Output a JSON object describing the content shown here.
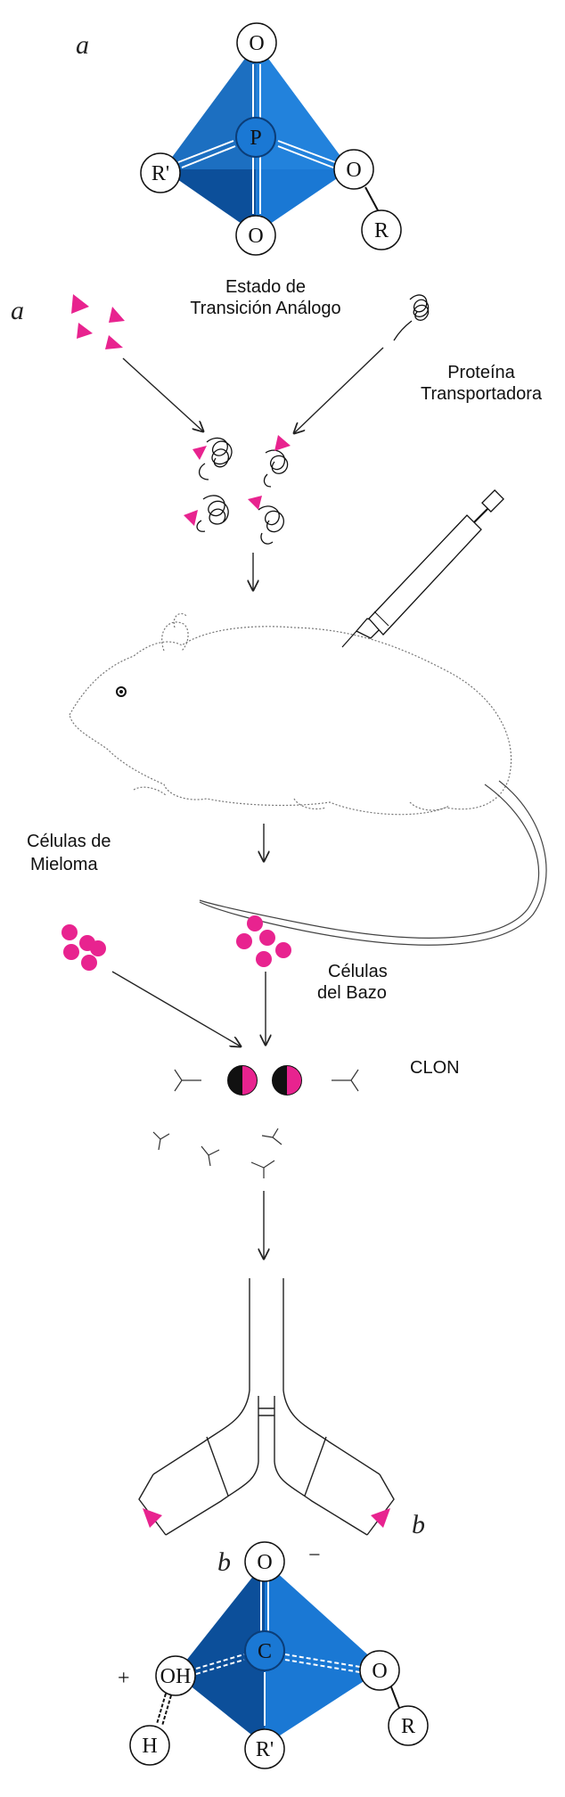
{
  "colors": {
    "tetra_blue": "#1a78d4",
    "tetra_blue_dark": "#0c4f9a",
    "magenta": "#e8238f",
    "ink": "#111111"
  },
  "panel_a": {
    "letter": "a",
    "atoms": {
      "top": "O",
      "center": "P",
      "left": "R'",
      "right": "O",
      "bottom": "O",
      "substituent": "R"
    }
  },
  "immunization": {
    "letter": "a",
    "analog_label_line1": "Estado de",
    "analog_label_line2": "Transición Análogo",
    "carrier_label_line1": "Proteína",
    "carrier_label_line2": "Transportadora"
  },
  "fusion": {
    "myeloma_line1": "Células de",
    "myeloma_line2": "Mieloma",
    "spleen_line1": "Células",
    "spleen_line2": "del Bazo",
    "clone_label": "CLON"
  },
  "antibody": {
    "letter": "b"
  },
  "panel_b": {
    "letter": "b",
    "atoms": {
      "top": "O",
      "center": "C",
      "left": "OH",
      "right": "O",
      "bottom": "R'",
      "substituent_left": "H",
      "substituent_right": "R"
    },
    "charge_top": "−",
    "charge_left": "+"
  },
  "icons": [
    "syringe-icon",
    "mouse-illustration",
    "antibody-y-icon",
    "hybridoma-cell-icon"
  ]
}
